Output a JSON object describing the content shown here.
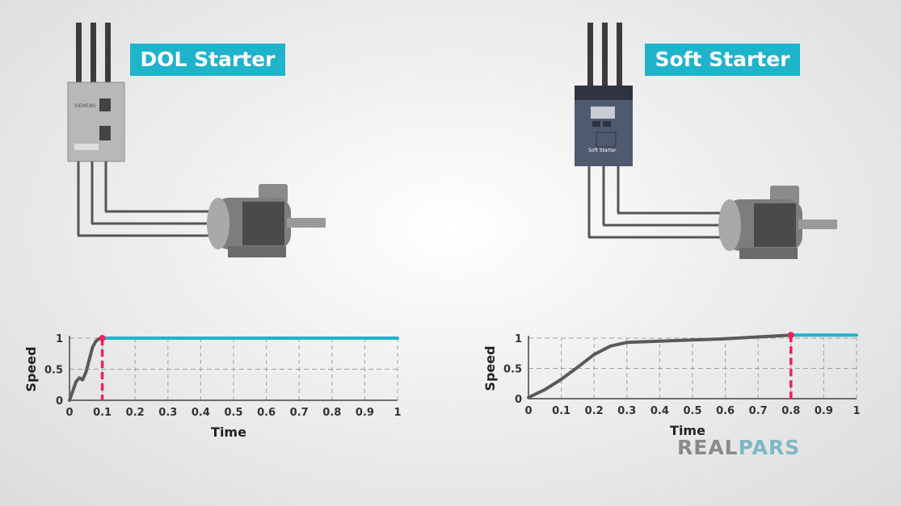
{
  "dol": {
    "title": "DOL Starter",
    "device_brand": "SIEMENS"
  },
  "soft": {
    "title": "Soft Starter",
    "device_label": "Soft Starter"
  },
  "logo": {
    "part1": "REAL",
    "part2": "PARS"
  },
  "colors": {
    "label_bg": "#1fb3cc",
    "steady_line": "#1fb3cc",
    "marker": "#ef1f5d",
    "curve": "#5a5a5a"
  },
  "chart_data": [
    {
      "type": "line",
      "title": "",
      "xlabel": "Time",
      "ylabel": "Speed",
      "xlim": [
        0,
        1
      ],
      "ylim": [
        0,
        1
      ],
      "grid": true,
      "xticks": [
        "0",
        "0.1",
        "0.2",
        "0.3",
        "0.4",
        "0.5",
        "0.6",
        "0.7",
        "0.8",
        "0.9",
        "1"
      ],
      "yticks": [
        "0",
        "0.5",
        "1"
      ],
      "series": [
        {
          "role": "acceleration",
          "x": [
            0,
            0.01,
            0.02,
            0.03,
            0.04,
            0.05,
            0.06,
            0.07,
            0.08,
            0.09,
            0.1
          ],
          "y": [
            0,
            0.15,
            0.3,
            0.36,
            0.33,
            0.45,
            0.65,
            0.85,
            0.95,
            0.99,
            1.0
          ]
        },
        {
          "role": "steady",
          "x": [
            0.1,
            1
          ],
          "y": [
            1.0,
            1.0
          ]
        }
      ],
      "marker": {
        "x": 0.1,
        "y": 1.0
      }
    },
    {
      "type": "line",
      "title": "",
      "xlabel": "Time",
      "ylabel": "Speed",
      "xlim": [
        0,
        1
      ],
      "ylim": [
        0,
        1
      ],
      "grid": true,
      "xticks": [
        "0",
        "0.1",
        "0.2",
        "0.3",
        "0.4",
        "0.5",
        "0.6",
        "0.7",
        "0.8",
        "0.9",
        "1"
      ],
      "yticks": [
        "0",
        "0.5",
        "1"
      ],
      "series": [
        {
          "role": "acceleration",
          "x": [
            0,
            0.05,
            0.1,
            0.15,
            0.2,
            0.25,
            0.3,
            0.4,
            0.5,
            0.6,
            0.7,
            0.8
          ],
          "y": [
            0.02,
            0.15,
            0.32,
            0.52,
            0.73,
            0.87,
            0.93,
            0.95,
            0.97,
            0.99,
            1.02,
            1.05
          ]
        },
        {
          "role": "steady",
          "x": [
            0.8,
            1
          ],
          "y": [
            1.05,
            1.05
          ]
        }
      ],
      "marker": {
        "x": 0.8,
        "y": 1.05
      }
    }
  ]
}
